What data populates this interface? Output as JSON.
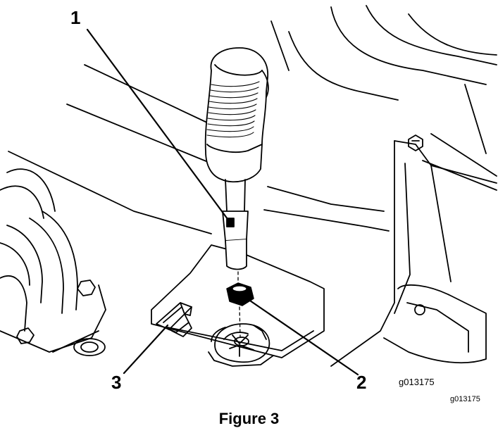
{
  "callouts": {
    "one": "1",
    "two": "2",
    "three": "3"
  },
  "graphic_code_inner": "g013175",
  "graphic_code_outer": "g013175",
  "caption": "Figure 3",
  "colors": {
    "line": "#000000",
    "background": "#ffffff"
  }
}
